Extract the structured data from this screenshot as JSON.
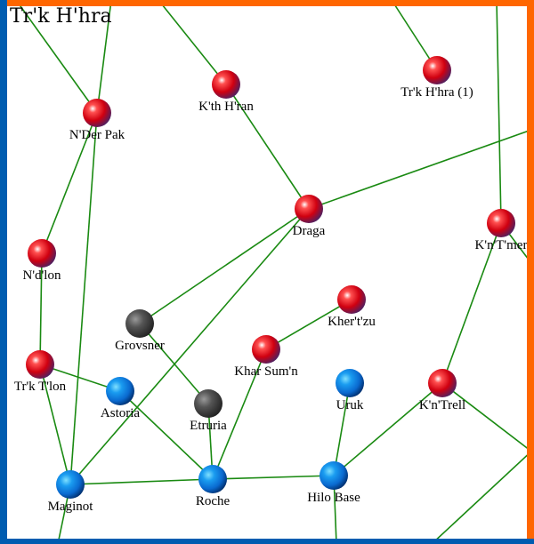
{
  "title": "Tr'k H'hra",
  "colors": {
    "top_border": "#ff6600",
    "left_border": "#005cb0",
    "lane": "#1a8a12",
    "owned": "#e01010",
    "allied": "#1a88e8",
    "neutral": "#555555"
  },
  "systems": [
    {
      "name": "N'Der Pak",
      "type": "owned"
    },
    {
      "name": "K'th H'ran",
      "type": "owned"
    },
    {
      "name": "Tr'k H'hra (1)",
      "type": "owned"
    },
    {
      "name": "Draga",
      "type": "owned"
    },
    {
      "name": "K'n'T'mer",
      "type": "owned"
    },
    {
      "name": "N'd'lon",
      "type": "owned"
    },
    {
      "name": "Kher't'zu",
      "type": "owned"
    },
    {
      "name": "Grovsner",
      "type": "neutral"
    },
    {
      "name": "Khar Sum'n",
      "type": "owned"
    },
    {
      "name": "Tr'k T'lon",
      "type": "owned"
    },
    {
      "name": "Astoria",
      "type": "allied"
    },
    {
      "name": "Etruria",
      "type": "neutral"
    },
    {
      "name": "Uruk",
      "type": "allied"
    },
    {
      "name": "K'n'Trell",
      "type": "owned"
    },
    {
      "name": "Maginot",
      "type": "allied"
    },
    {
      "name": "Roche",
      "type": "allied"
    },
    {
      "name": "Hilo Base",
      "type": "allied"
    }
  ],
  "lanes": [
    [
      "N'Der Pak",
      "N'd'lon"
    ],
    [
      "N'Der Pak",
      "Maginot"
    ],
    [
      "K'th H'ran",
      "Draga"
    ],
    [
      "Draga",
      "Grovsner"
    ],
    [
      "Draga",
      "Maginot"
    ],
    [
      "K'n'T'mer",
      "K'n'Trell"
    ],
    [
      "N'd'lon",
      "Tr'k T'lon"
    ],
    [
      "Grovsner",
      "Etruria"
    ],
    [
      "Etruria",
      "Roche"
    ],
    [
      "Kher't'zu",
      "Khar Sum'n"
    ],
    [
      "Khar Sum'n",
      "Roche"
    ],
    [
      "Tr'k T'lon",
      "Maginot"
    ],
    [
      "Tr'k T'lon",
      "Astoria"
    ],
    [
      "Astoria",
      "Roche"
    ],
    [
      "Maginot",
      "Roche"
    ],
    [
      "Roche",
      "Hilo Base"
    ],
    [
      "Uruk",
      "Hilo Base"
    ],
    [
      "K'n'Trell",
      "Hilo Base"
    ]
  ]
}
